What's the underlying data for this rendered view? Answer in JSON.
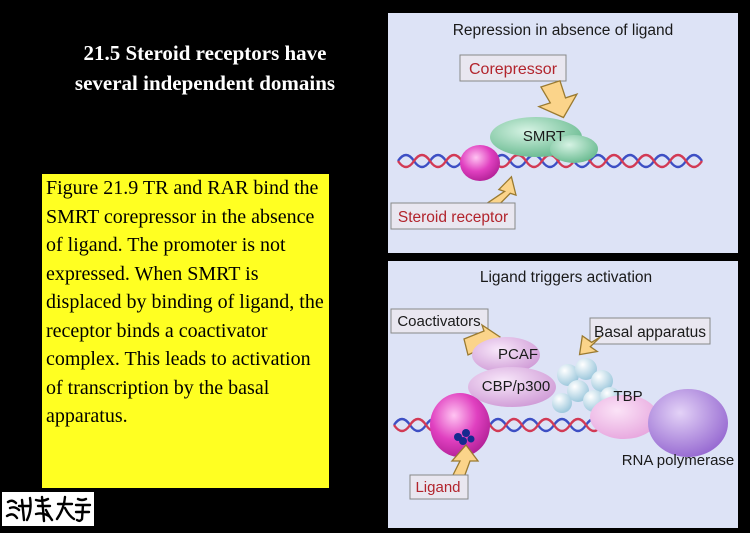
{
  "slide": {
    "title_line1": "21.5 Steroid receptors have",
    "title_line2": "several independent domains",
    "caption": "Figure 21.9 TR and RAR bind the SMRT corepressor in the absence of ligand. The promoter is not expressed. When SMRT is displaced by binding of ligand, the receptor binds a coactivator complex. This leads to activation of transcription by the basal apparatus.",
    "logo_text": "清华大学"
  },
  "figure": {
    "panel1_title": "Repression in absence of ligand",
    "corepressor_label": "Corepressor",
    "smrt_label": "SMRT",
    "steroid_receptor_label": "Steroid receptor",
    "panel2_title": "Ligand triggers activation",
    "coactivators_label": "Coactivators",
    "basal_apparatus_label": "Basal apparatus",
    "pcaf_label": "PCAF",
    "cbp_label": "CBP/p300",
    "tbp_label": "TBP",
    "rna_pol_label": "RNA polymerase",
    "ligand_label": "Ligand"
  },
  "colors": {
    "slide_background": "#000000",
    "caption_background": "#ffff22",
    "figure_background": "#dde3f6",
    "label_box": "#e9e7f0",
    "arrow_fill": "#fbd48a",
    "receptor_red": "#d0303a",
    "dna_blue": "#3d4fc4",
    "dna_red": "#d23a55",
    "smrt_green": "#7ec9a4",
    "receptor_magenta": "#e040c0",
    "pcaf_pink": "#dcb0e2",
    "tbp_pink": "#eeb7e8",
    "rna_pol_purple": "#a57ad9",
    "ligand_navy": "#162a8f"
  }
}
